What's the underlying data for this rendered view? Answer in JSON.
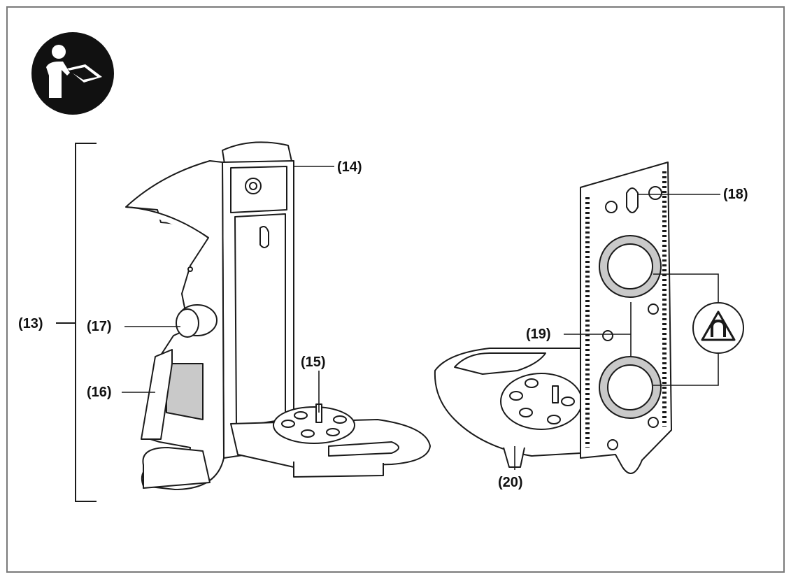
{
  "figure": {
    "callouts": [
      {
        "id": "13",
        "text": "(13)"
      },
      {
        "id": "14",
        "text": "(14)"
      },
      {
        "id": "15",
        "text": "(15)"
      },
      {
        "id": "16",
        "text": "(16)"
      },
      {
        "id": "17",
        "text": "(17)"
      },
      {
        "id": "18",
        "text": "(18)"
      },
      {
        "id": "19",
        "text": "(19)"
      },
      {
        "id": "20",
        "text": "(20)"
      }
    ],
    "icons": {
      "manual": "read-manual-icon",
      "magnet_warning": "magnet-warning-icon"
    },
    "colors": {
      "line": "#1a1a1a",
      "grey_fill": "#c9c9c9",
      "icon_fill": "#111111"
    }
  }
}
